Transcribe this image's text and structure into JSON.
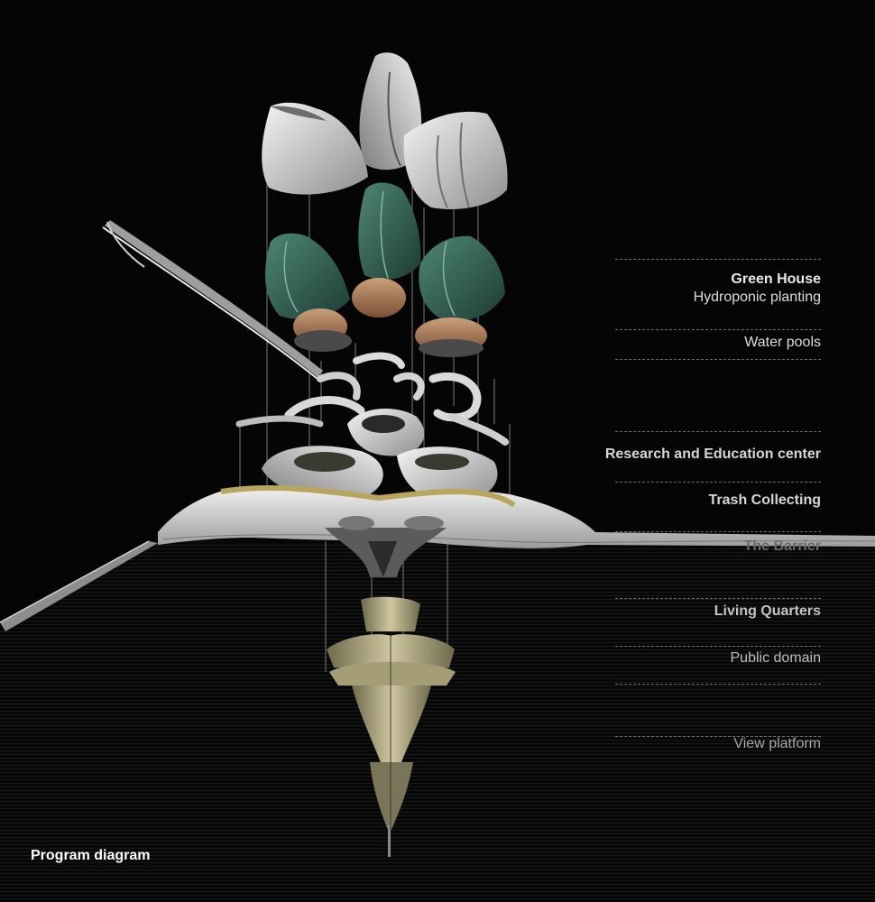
{
  "diagram": {
    "caption": "Program diagram",
    "labels": [
      {
        "id": "green-house",
        "text": "Green House",
        "bold": true,
        "color": "#e9e9e9"
      },
      {
        "id": "hydroponic-planting",
        "text": "Hydroponic planting",
        "bold": false,
        "color": "#dcdcdc"
      },
      {
        "id": "water-pools",
        "text": "Water pools",
        "bold": false,
        "color": "#dcdcdc"
      },
      {
        "id": "research-education",
        "text": "Research and Education center",
        "bold": true,
        "color": "#d6d6d6"
      },
      {
        "id": "trash-collecting",
        "text": "Trash Collecting",
        "bold": true,
        "color": "#d6d6d6"
      },
      {
        "id": "the-barrier",
        "text": "The Barrier",
        "bold": true,
        "color": "#6a6a6a"
      },
      {
        "id": "living-quarters",
        "text": "Living Quarters",
        "bold": true,
        "color": "#c4c4c4"
      },
      {
        "id": "public-domain",
        "text": "Public domain",
        "bold": false,
        "color": "#bdbdbd"
      },
      {
        "id": "view-platform",
        "text": "View platform",
        "bold": false,
        "color": "#a8a8a8"
      }
    ]
  },
  "colors": {
    "background": "#050505",
    "shell": "#dcdcdc",
    "greenhouse": "#2f5f52",
    "wood": "#a3734f",
    "underwater": "#b8b08a"
  }
}
